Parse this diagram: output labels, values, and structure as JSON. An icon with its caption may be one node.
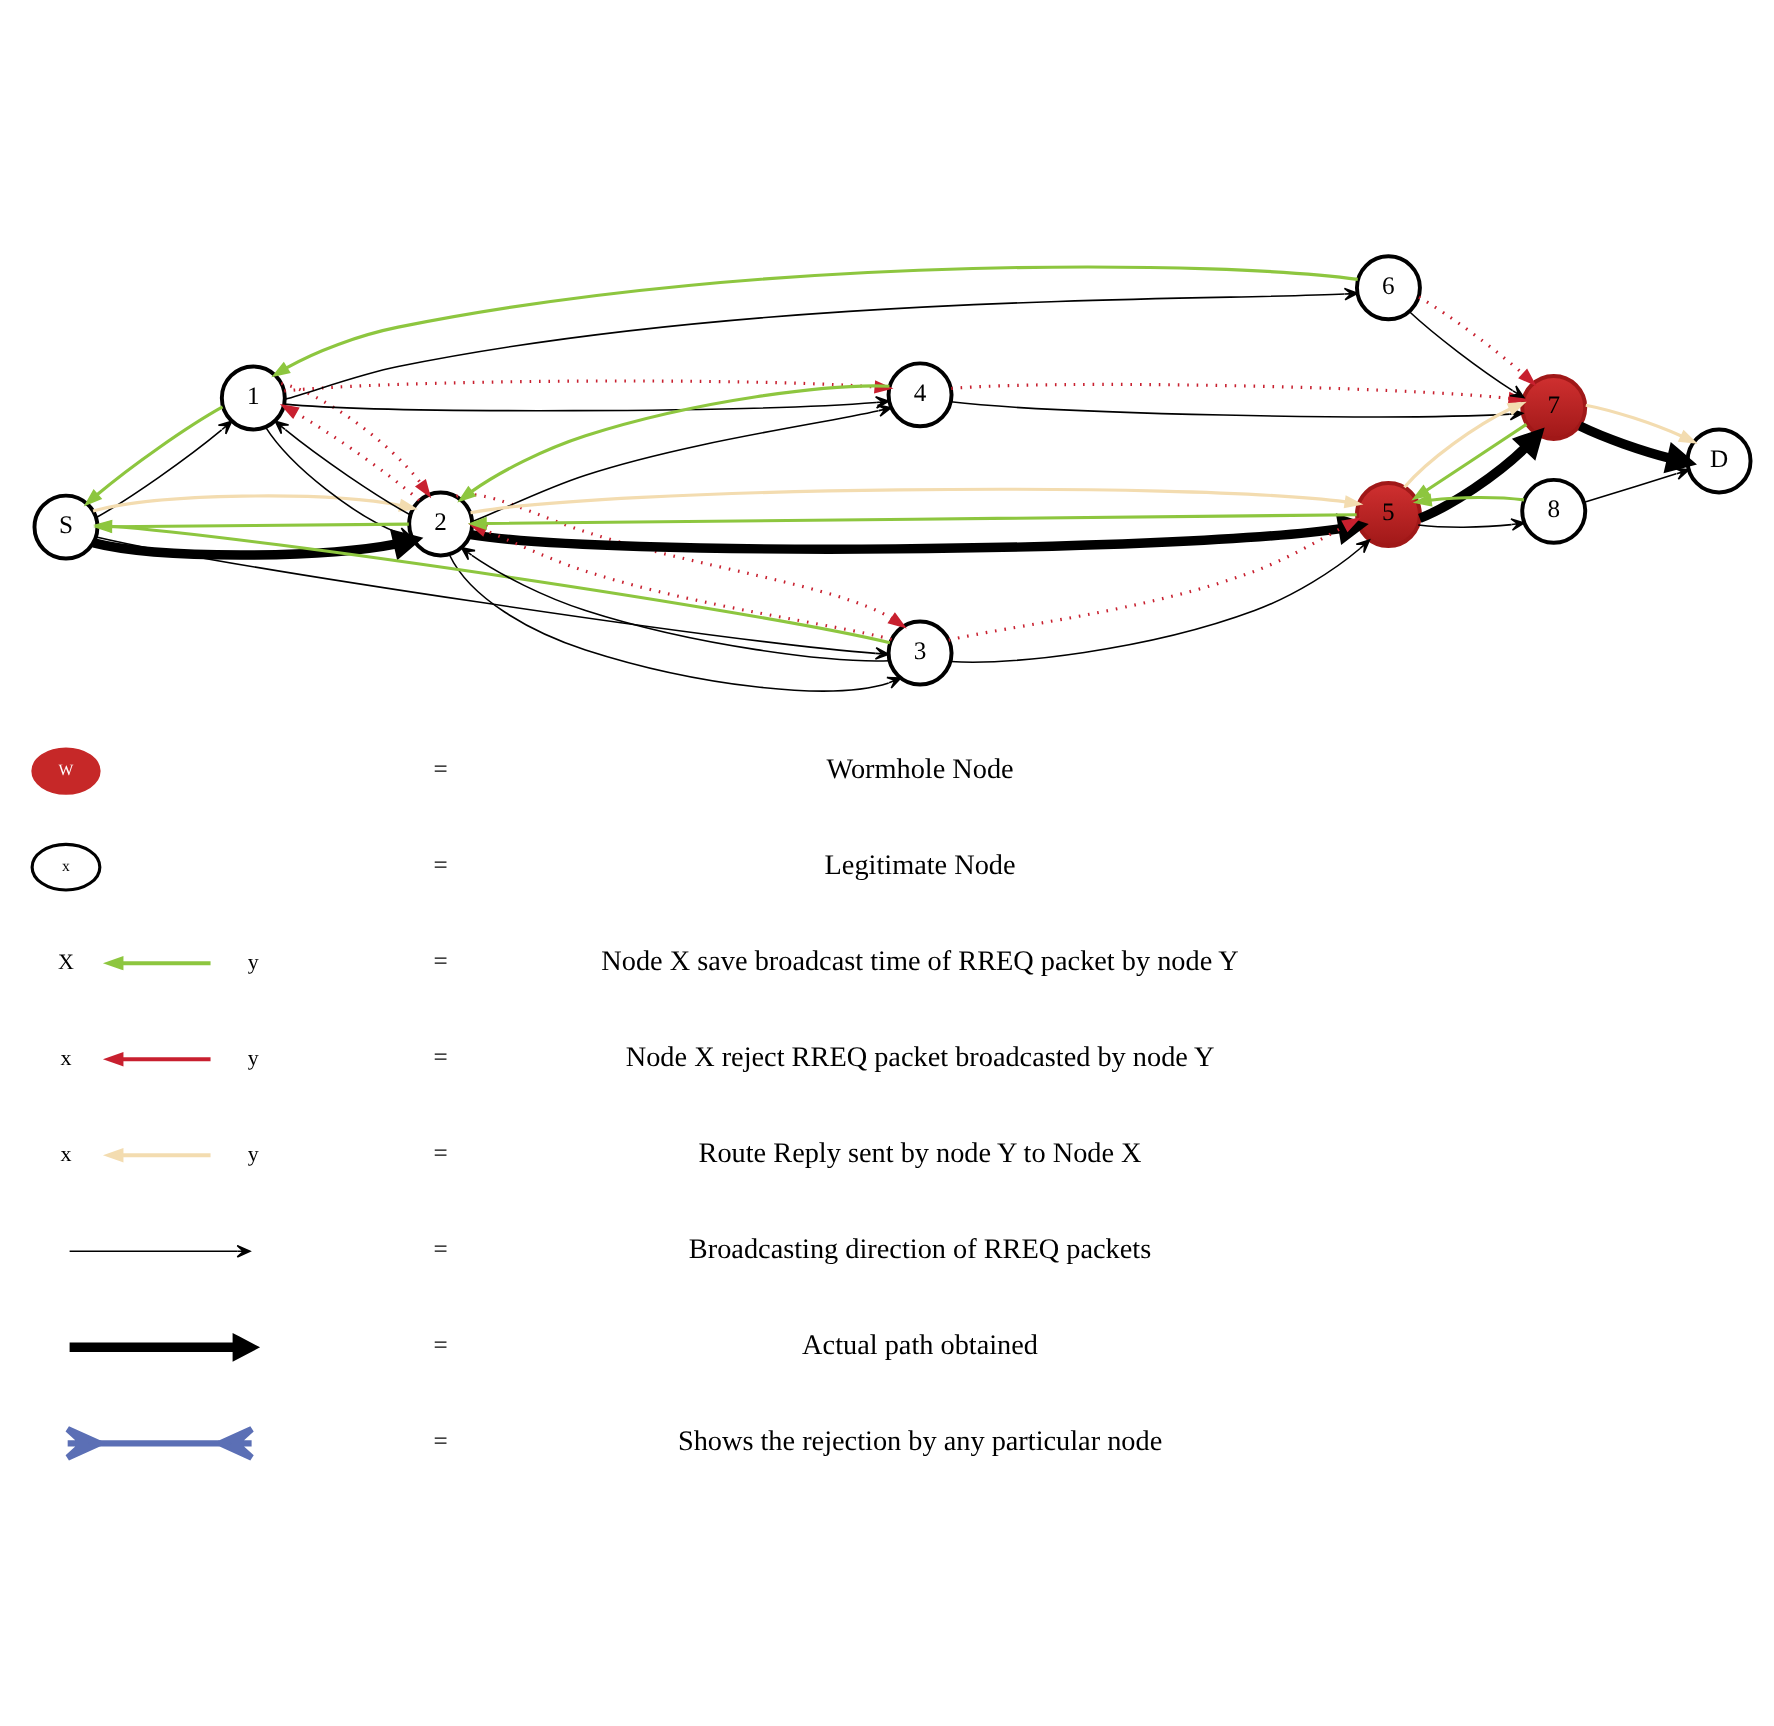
{
  "diagram": {
    "nodes": [
      {
        "text": [
          "S"
        ]
      },
      {
        "text": [
          "1"
        ]
      },
      {
        "text": [
          "2"
        ]
      },
      {
        "text": [
          "3"
        ]
      },
      {
        "text": [
          "4"
        ]
      },
      {
        "text": [
          "5"
        ]
      },
      {
        "text": [
          "6"
        ]
      },
      {
        "text": [
          "7"
        ]
      },
      {
        "text": [
          "8"
        ]
      },
      {
        "text": [
          "D"
        ]
      }
    ],
    "edges": [
      {
        "from": 0,
        "to": 1,
        "arrow": "to"
      },
      {
        "from": 0,
        "to": 2,
        "arrow": "to",
        "style": "thick"
      },
      {
        "from": 0,
        "to": 3,
        "arrow": "to"
      },
      {
        "from": 1,
        "to": 6,
        "arrow": "to"
      },
      {
        "from": 1,
        "to": 4,
        "arrow": "to"
      },
      {
        "from": 1,
        "to": 2,
        "arrow": "to"
      },
      {
        "from": 2,
        "to": 1,
        "arrow": "to"
      },
      {
        "from": 2,
        "to": 4,
        "arrow": "to"
      },
      {
        "from": 2,
        "to": 5,
        "arrow": "to",
        "style": "thick"
      },
      {
        "from": 2,
        "to": 3,
        "arrow": "to"
      },
      {
        "from": 3,
        "to": 2,
        "arrow": "to"
      },
      {
        "from": 3,
        "to": 5,
        "arrow": "to"
      },
      {
        "from": 4,
        "to": 7,
        "arrow": "to"
      },
      {
        "from": 5,
        "to": 7,
        "arrow": "to",
        "style": "thick"
      },
      {
        "from": 5,
        "to": 8,
        "arrow": "to"
      },
      {
        "from": 6,
        "to": 7,
        "arrow": "to"
      },
      {
        "from": 7,
        "to": 9,
        "arrow": "to",
        "style": "thick"
      },
      {
        "from": 8,
        "to": 9,
        "arrow": "to"
      },
      {
        "from": 1,
        "to": 0,
        "arrow": "to",
        "color": "#8dc63f"
      },
      {
        "from": 2,
        "to": 0,
        "arrow": "to",
        "color": "#8dc63f"
      },
      {
        "from": 3,
        "to": 0,
        "arrow": "to",
        "color": "#8dc63f"
      },
      {
        "from": 6,
        "to": 1,
        "arrow": "to",
        "color": "#8dc63f"
      },
      {
        "from": 4,
        "to": 2,
        "arrow": "to",
        "color": "#8dc63f"
      },
      {
        "from": 5,
        "to": 2,
        "arrow": "to",
        "color": "#8dc63f"
      },
      {
        "from": 7,
        "to": 5,
        "arrow": "to",
        "color": "#8dc63f"
      },
      {
        "from": 8,
        "to": 5,
        "arrow": "to",
        "color": "#8dc63f"
      },
      {
        "from": 1,
        "to": 4,
        "arrow": "to",
        "style": "dashed",
        "color": "#c8202f"
      },
      {
        "from": 2,
        "to": 1,
        "arrow": "to",
        "style": "dashed",
        "color": "#c8202f"
      },
      {
        "from": 1,
        "to": 2,
        "arrow": "to",
        "style": "dashed",
        "color": "#c8202f"
      },
      {
        "from": 3,
        "to": 2,
        "arrow": "to",
        "style": "dashed",
        "color": "#c8202f"
      },
      {
        "from": 2,
        "to": 3,
        "arrow": "to",
        "style": "dashed",
        "color": "#c8202f"
      },
      {
        "from": 3,
        "to": 5,
        "arrow": "to",
        "style": "dashed",
        "color": "#c8202f"
      },
      {
        "from": 4,
        "to": 7,
        "arrow": "to",
        "style": "dashed",
        "color": "#c8202f"
      },
      {
        "from": 6,
        "to": 7,
        "arrow": "to",
        "style": "dashed",
        "color": "#c8202f"
      },
      {
        "from": 0,
        "to": 2,
        "arrow": "to",
        "color": "#f3dcb0"
      },
      {
        "from": 2,
        "to": 5,
        "arrow": "to",
        "color": "#f3dcb0"
      },
      {
        "from": 5,
        "to": 7,
        "arrow": "to",
        "color": "#f3dcb0"
      },
      {
        "from": 7,
        "to": 9,
        "arrow": "to",
        "color": "#f3dcb0"
      }
    ],
    "labels": [
      "W",
      "=",
      "x",
      "=",
      "X",
      "y",
      "=",
      "x",
      "y",
      "=",
      "x",
      "y",
      "=",
      "=",
      "=",
      "="
    ],
    "legend": [
      {
        "text": "Wormhole Node"
      },
      {
        "text": "Legitimate Node"
      },
      {
        "text": "Node X save broadcast time of RREQ packet by node Y"
      },
      {
        "text": "Node X reject RREQ packet broadcasted by node Y"
      },
      {
        "text": "Route Reply sent by node Y to Node X"
      },
      {
        "text": "Broadcasting direction of RREQ packets"
      },
      {
        "text": "Actual path obtained"
      },
      {
        "text": "Shows the rejection by any particular node"
      }
    ]
  }
}
